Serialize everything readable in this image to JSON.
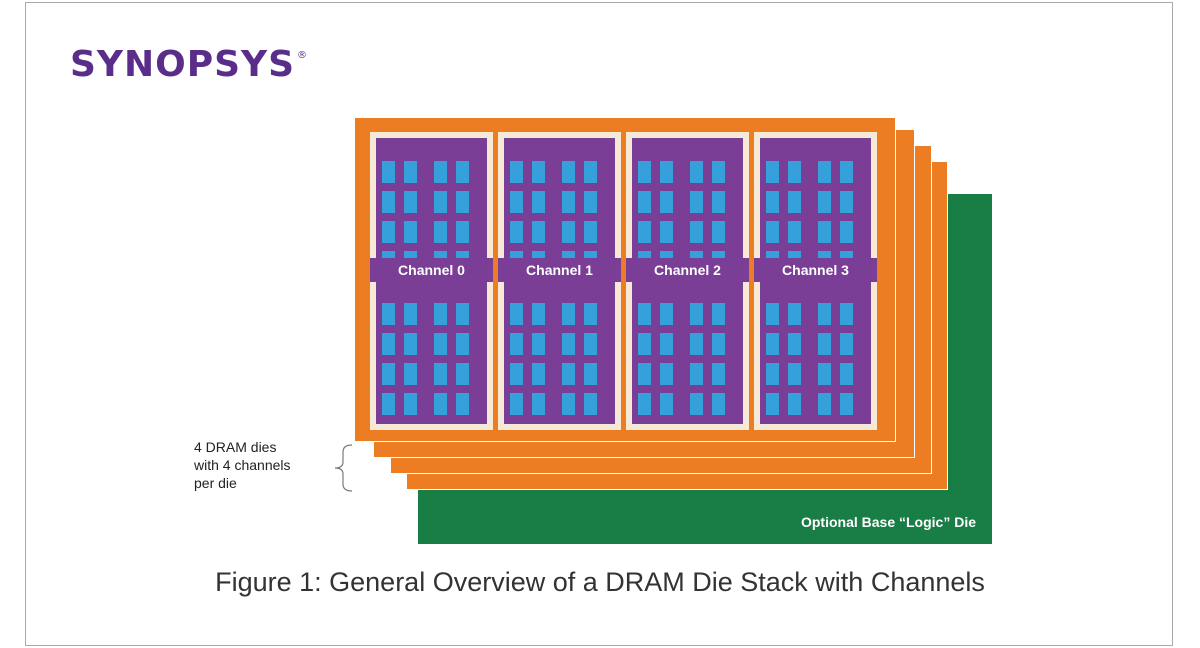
{
  "logo": {
    "text": "SYNOPSYS",
    "mark": "®",
    "color": "#5a2d8a"
  },
  "diagram": {
    "channels": [
      "Channel 0",
      "Channel 1",
      "Channel 2",
      "Channel 3"
    ],
    "base_die_label": "Optional Base “Logic” Die",
    "callout": {
      "line1": "4 DRAM dies",
      "line2": "with 4 channels",
      "line3": "per die"
    },
    "colors": {
      "die": "#ed7d22",
      "base_die": "#197d46",
      "channel": "#7b3e97",
      "bank": "#35a0da"
    }
  },
  "caption": "Figure 1: General Overview of a DRAM Die Stack with Channels"
}
